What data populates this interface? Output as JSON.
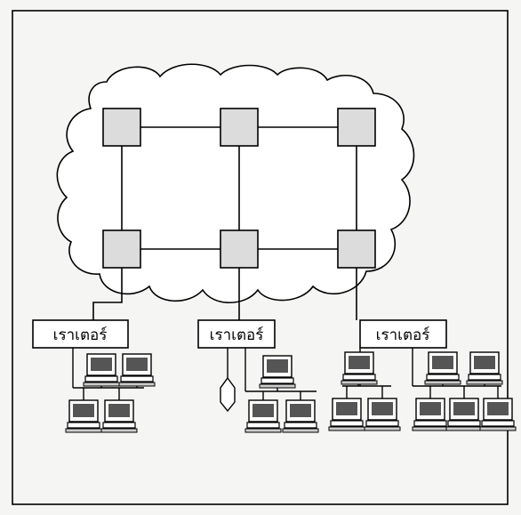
{
  "diagram": {
    "routers": [
      {
        "label": "เราเตอร์"
      },
      {
        "label": "เราเตอร์"
      },
      {
        "label": "เราเตอร์"
      }
    ],
    "colors": {
      "background": "#f5f5f3",
      "line": "#000000",
      "switch_fill": "#dcdcdc",
      "screen_fill": "#555555"
    },
    "icons": [
      "cloud",
      "packet-switch-node",
      "router-box",
      "computer-icon",
      "terminator-icon"
    ]
  }
}
